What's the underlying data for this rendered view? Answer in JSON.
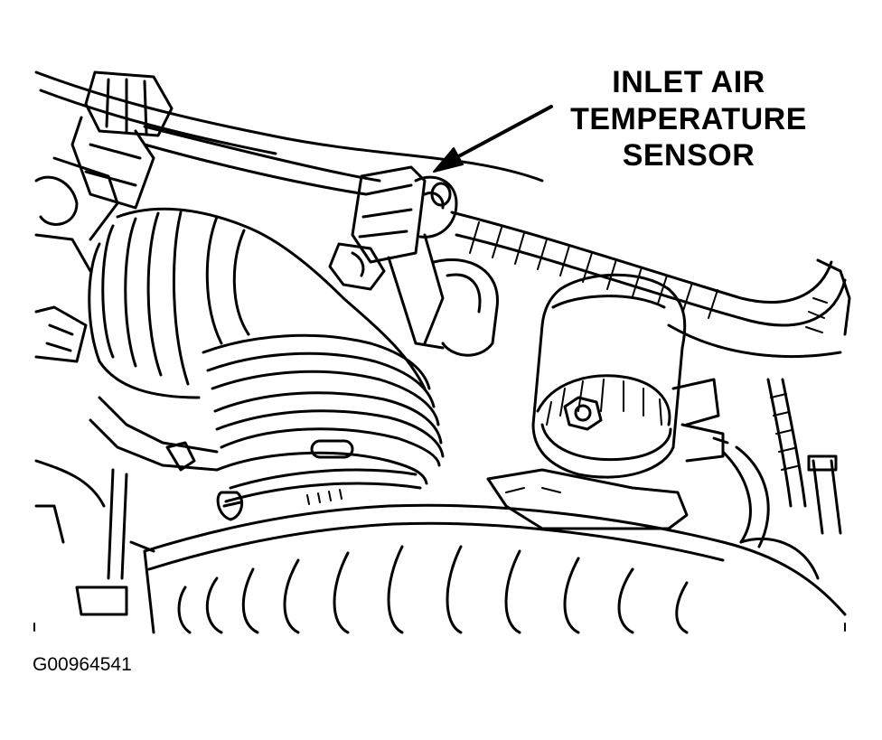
{
  "callout": {
    "line1": "INLET AIR",
    "line2": "TEMPERATURE",
    "line3": "SENSOR"
  },
  "figure_id": "G00964541",
  "colors": {
    "ink": "#000000",
    "paper": "#ffffff"
  }
}
